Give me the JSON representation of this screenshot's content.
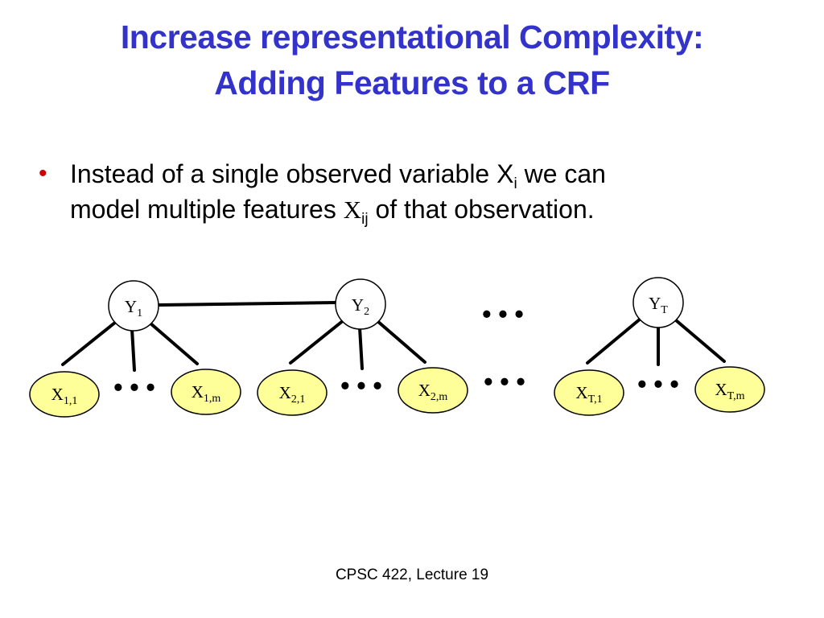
{
  "title": {
    "line1": "Increase representational Complexity:",
    "line2": "Adding Features to a CRF"
  },
  "bullet": {
    "marker": "•",
    "part1": "Instead of a single observed variable X",
    "sub1": "i",
    "part2": " we can",
    "part3": "model multiple features ",
    "x_symbol": "X",
    "sub2": "ij",
    "part4": " of that observation."
  },
  "diagram": {
    "ellipsis": "• • •",
    "y_nodes": [
      {
        "id": "y1",
        "base": "Y",
        "sub": "1"
      },
      {
        "id": "y2",
        "base": "Y",
        "sub": "2"
      },
      {
        "id": "yT",
        "base": "Y",
        "sub": "T"
      }
    ],
    "x_nodes": [
      {
        "id": "x11",
        "base": "X",
        "sub": "1,1"
      },
      {
        "id": "x1m",
        "base": "X",
        "sub": "1,m"
      },
      {
        "id": "x21",
        "base": "X",
        "sub": "2,1"
      },
      {
        "id": "x2m",
        "base": "X",
        "sub": "2,m"
      },
      {
        "id": "xT1",
        "base": "X",
        "sub": "T,1"
      },
      {
        "id": "xTm",
        "base": "X",
        "sub": "T,m"
      }
    ],
    "colors": {
      "x_fill": "#ffff99",
      "y_fill": "#ffffff",
      "stroke": "#000000"
    }
  },
  "footer": "CPSC 422, Lecture 19"
}
